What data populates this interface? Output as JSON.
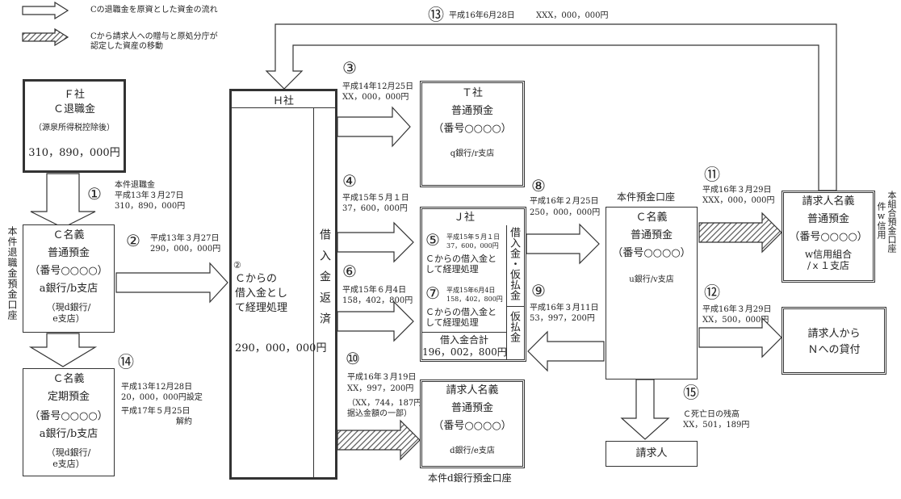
{
  "legend": {
    "item1": "Cの退職金を原資とした資金の流れ",
    "item2_line1": "Cから請求人への贈与と原処分庁が",
    "item2_line2": "認定した資産の移動"
  },
  "f_company": {
    "title": "Ｆ社",
    "subtitle": "Ｃ退職金",
    "note": "（源泉所得税控除後）",
    "amount": "310，890，000円"
  },
  "c_account": {
    "side_label": "本件退職金預金口座",
    "title": "Ｃ名義",
    "type": "普通預金",
    "number": "（番号○○○○）",
    "bank": "a銀行/b支店",
    "now1": "（現d銀行/",
    "now2": "e支店）"
  },
  "c_time_deposit": {
    "title": "Ｃ名義",
    "type": "定期預金",
    "number": "（番号○○○○）",
    "bank": "a銀行/b支店",
    "now1": "（現d銀行/",
    "now2": "e支店）"
  },
  "h_company": {
    "title": "Ｈ社",
    "circled": "②",
    "note1": "Ｃからの",
    "note2": "借入金とし",
    "note3": "て経理処理",
    "amount": "290，000，000円",
    "vertical": "借入金返済"
  },
  "t_company": {
    "title": "Ｔ社",
    "type": "普通預金",
    "number": "（番号○○○○）",
    "bank": "q銀行/r支店"
  },
  "j_company": {
    "title": "Ｊ社",
    "e5_date": "平成15年５月１日",
    "e5_amount": "37，600，000円",
    "e5_note1": "Ｃからの借入金と",
    "e5_note2": "して経理処理",
    "e7_date": "平成15年6月4日",
    "e7_amount": "158，402，800円",
    "e7_note1": "Ｃからの借入金と",
    "e7_note2": "して経理処理",
    "total_label": "借入金合計",
    "total_amount": "196，002，800円",
    "vert1": "借入金・仮払金",
    "vert2": "仮払金"
  },
  "c_main_account": {
    "header": "本件預金口座",
    "title": "Ｃ名義",
    "type": "普通預金",
    "number": "（番号○○○○）",
    "bank": "u銀行/v支店"
  },
  "claimant_d_account": {
    "title": "請求人名義",
    "type": "普通預金",
    "number": "（番号○○○○）",
    "bank": "d銀行/e支店",
    "caption": "本件d銀行預金口座"
  },
  "claimant_w_account": {
    "title": "請求人名義",
    "type": "普通預金",
    "number": "（番号○○○○）",
    "bank1": "w信用組合",
    "bank2": "/ｘ１支店",
    "side_label_outer": "本組合預金口座",
    "side_label_inner": "件w信用"
  },
  "loan_to_n": {
    "line1": "請求人から",
    "line2": "Ｎへの貸付"
  },
  "claimant": {
    "label": "請求人"
  },
  "flows": {
    "f1": {
      "num": "①",
      "label": "本件退職金",
      "date": "平成13年３月27日",
      "amount": "310，890，000円"
    },
    "f2": {
      "num": "②",
      "date": "平成13年３月27日",
      "amount": "290，000，000円"
    },
    "f3": {
      "num": "③",
      "date": "平成14年12月25日",
      "amount": "XX，000，000円"
    },
    "f4": {
      "num": "④",
      "date": "平成15年５月１日",
      "amount": "37，600，000円"
    },
    "f5": {
      "num": "⑤"
    },
    "f6": {
      "num": "⑥",
      "date": "平成15年６月4日",
      "amount": "158，402，800円"
    },
    "f7": {
      "num": "⑦"
    },
    "f8": {
      "num": "⑧",
      "date": "平成16年２月25日",
      "amount": "250，000，000円"
    },
    "f9": {
      "num": "⑨",
      "date": "平成16年３月11日",
      "amount": "53，997，200円"
    },
    "f10": {
      "num": "⑩",
      "date": "平成16年３月19日",
      "amount": "XX，997，200円",
      "note1": "（XX，744，187円の",
      "note2": "据込金額の一部）"
    },
    "f11": {
      "num": "⑪",
      "date": "平成16年３月29日",
      "amount": "XXX，000，000円"
    },
    "f12": {
      "num": "⑫",
      "date": "平成16年３月29日",
      "amount": "XX，500，000円"
    },
    "f13": {
      "num": "⑬",
      "date": "平成16年6月28日",
      "amount": "XXX，000，000円"
    },
    "f14": {
      "num": "⑭",
      "date1": "平成13年12月28日",
      "amount": "20，000，000円設定",
      "date2": "平成17年５月25日",
      "end": "解約"
    },
    "f15": {
      "num": "⑮",
      "label": "Ｃ死亡日の残高",
      "amount": "XX，501，189円"
    }
  },
  "colors": {
    "line": "#333333",
    "hatch": "#555555"
  }
}
